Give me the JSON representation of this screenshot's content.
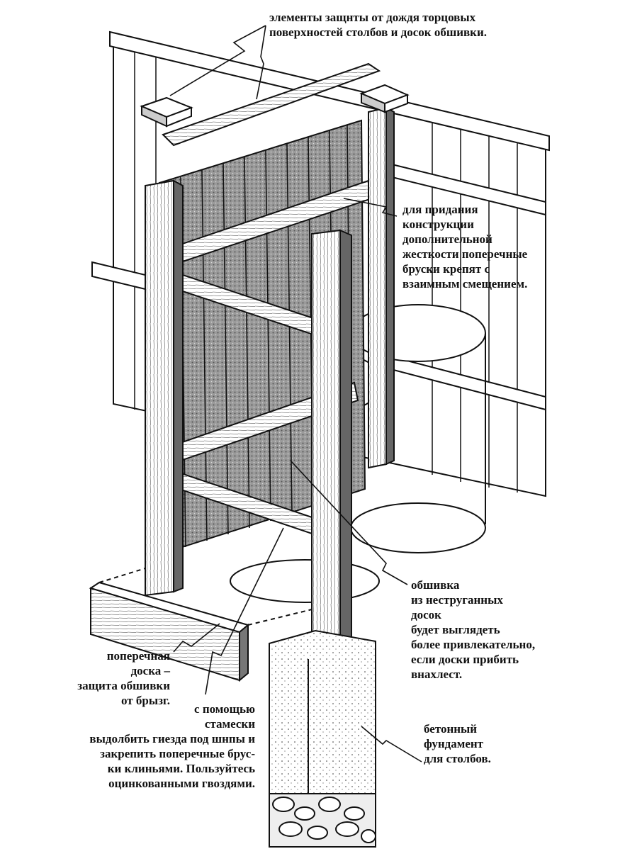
{
  "labels": {
    "rain_protection": "элементы защнты от дождя торцовых\nповерхностей столбов и досок обшивки.",
    "offset_rails": "для придания\nконструкции\nдополнительной\nжесткости поперечные\nбруски крепят с\nвзаимным смещением.",
    "siding": "обшивка\nиз неструганных\nдосок\nбудет выглядеть\nболее привлекательно,\nесли доски прибить\nвнахлест.",
    "kickboard": "поперечная\nдоска –\nзащита обшивки\nот брызг.",
    "chisel": "с помощью\nстамески\nвыдолбить гиезда под шнпы и\nзакрепить поперечные брус-\nки клиньями. Пользуйтесь\nоцинкованными гвоздями.",
    "foundation": "бетонный\nфундамент\nдля столбов."
  },
  "colors": {
    "ink": "#111111",
    "shade": "#8a8a8a",
    "paper": "#ffffff"
  }
}
